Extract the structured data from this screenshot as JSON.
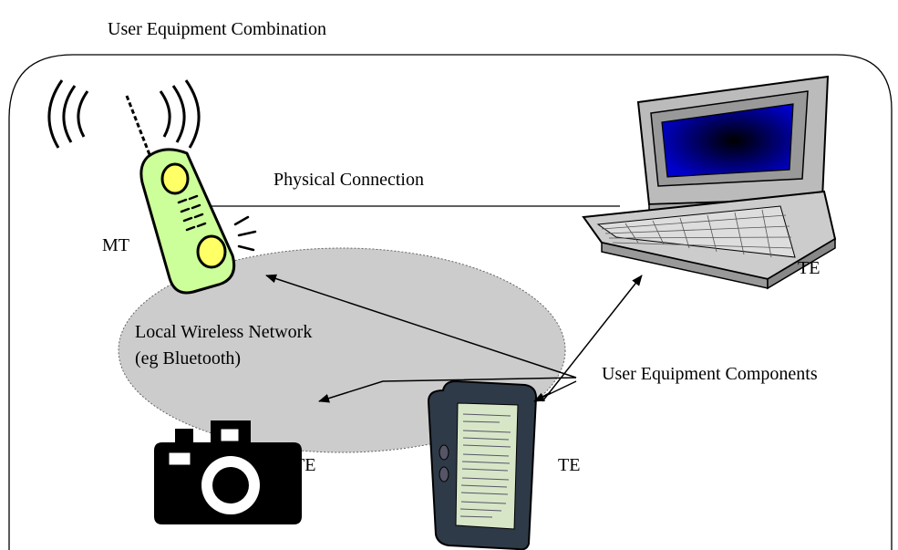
{
  "title": "User Equipment Combination",
  "labels": {
    "physical_connection": "Physical Connection",
    "mt": "MT",
    "te_laptop": "TE",
    "te_camera": "TE",
    "te_pda": "TE",
    "network_line1": "Local Wireless Network",
    "network_line2": "(eg Bluetooth)",
    "components": "User Equipment Components"
  },
  "colors": {
    "network_fill": "#cccccc",
    "phone_body": "#ccff99",
    "phone_button": "#ffff66",
    "laptop_screen": "#0000cc",
    "laptop_body": "#cccccc",
    "pda_screen": "#d8e6c8",
    "pda_body": "#2e3a48"
  },
  "icons": [
    "mobile-phone-icon",
    "laptop-icon",
    "camera-icon",
    "pda-icon"
  ]
}
